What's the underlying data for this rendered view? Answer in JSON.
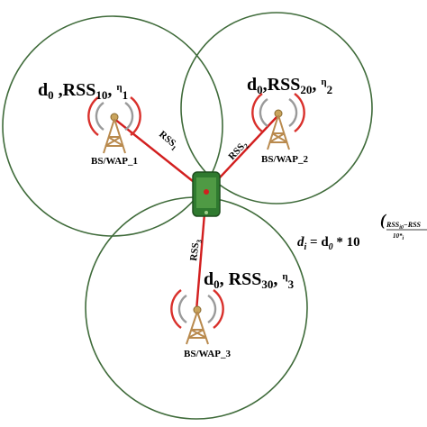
{
  "colors": {
    "circle": "#3f6b3a",
    "link": "#d21f1f",
    "tower": "#b98a4e",
    "signal": "#d9302b",
    "phone": "#2f7a2f"
  },
  "stations": [
    {
      "label": "BS/WAP_1",
      "d": "d",
      "d_sub": "0",
      "sep1": " ,",
      "rss": "RSS",
      "rss_sub": "10",
      "sep2": ", ",
      "eta": "η",
      "eta_sub": "1",
      "link_main": "RSS",
      "link_sub": "1"
    },
    {
      "label": "BS/WAP_2",
      "d": "d",
      "d_sub": "0",
      "sep1": ",",
      "rss": "RSS",
      "rss_sub": "20",
      "sep2": ", ",
      "eta": "η",
      "eta_sub": "2",
      "link_main": "RSS",
      "link_sub": "2"
    },
    {
      "label": "BS/WAP_3",
      "d": "d",
      "d_sub": "0",
      "sep1": ", ",
      "rss": "RSS",
      "rss_sub": "30",
      "sep2": ", ",
      "eta": "η",
      "eta_sub": "3",
      "link_main": "RSS",
      "link_sub": "3"
    }
  ],
  "formula": {
    "lhs": "d",
    "lhs_sub": "i",
    "rhs_start": " = d",
    "rhs_sub": "0",
    "times": " * 10",
    "exp_num_main": "RSS",
    "exp_num_sub": "i0",
    "exp_num_rest": "−RSS",
    "exp_den_main": "10*",
    "exp_den_sub": "i"
  }
}
